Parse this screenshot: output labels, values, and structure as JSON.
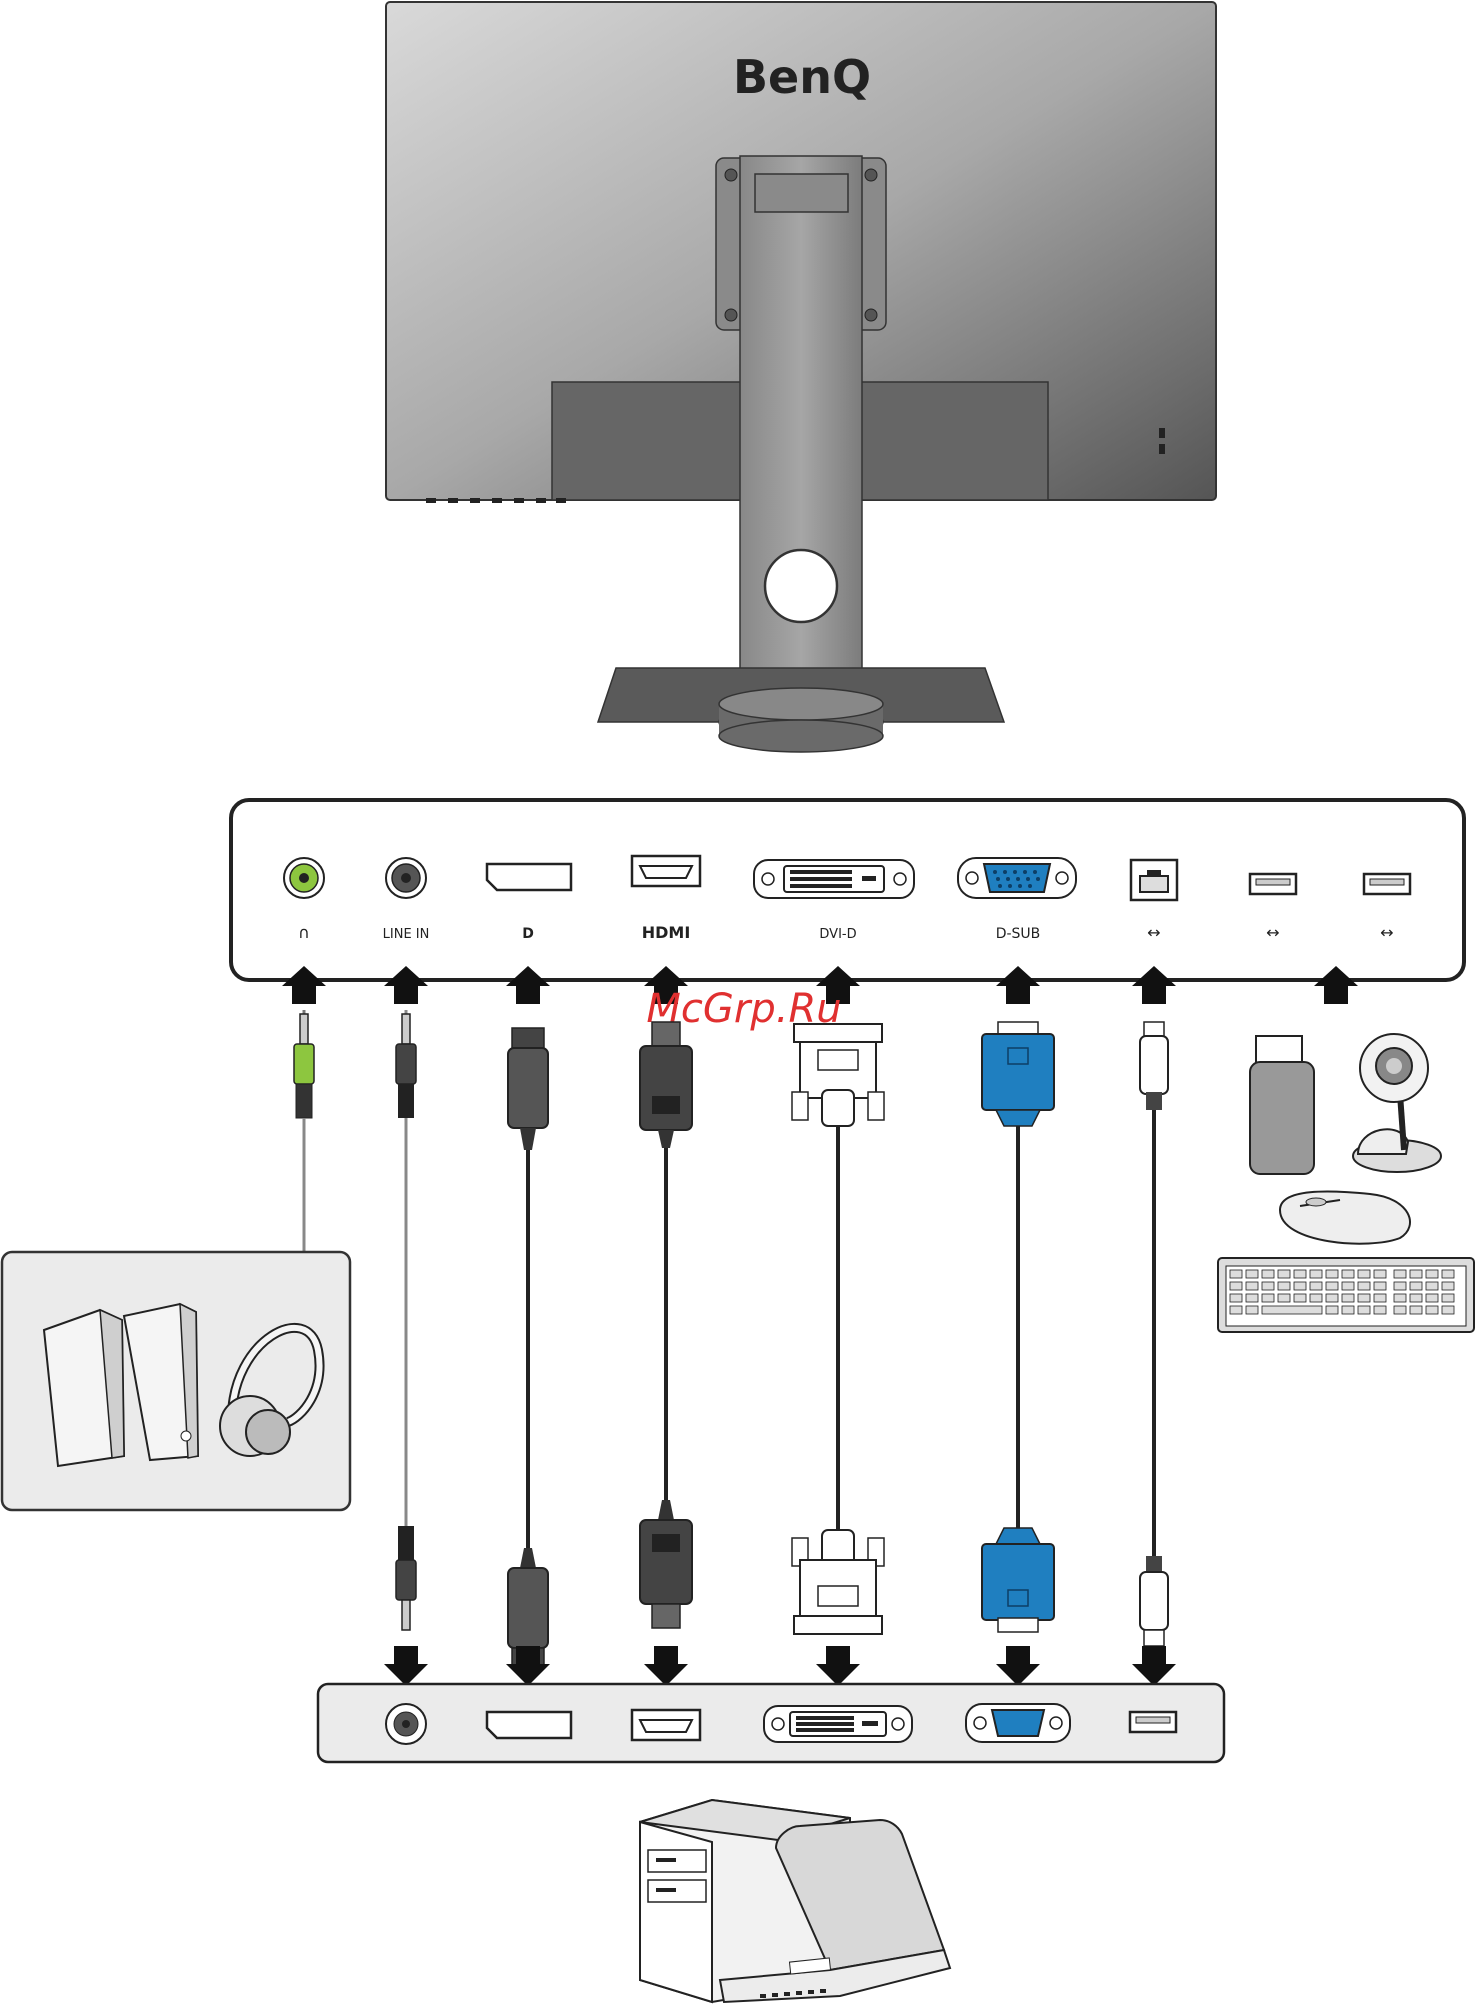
{
  "brand": "BenQ",
  "watermark": "McGrp.Ru",
  "ports": {
    "headphone": "∩",
    "line_in": "LINE IN",
    "displayport": "D",
    "hdmi": "HDMI",
    "dvi": "DVI-D",
    "dsub": "D-SUB",
    "usb_up": "↔",
    "usb1": "↔",
    "usb2": "↔"
  },
  "colors": {
    "monitor_dark": "#5a5a5a",
    "monitor_light": "#d8d8d8",
    "panel_fill": "#ffffff",
    "pc_panel_fill": "#ebebeb",
    "vga_blue": "#1f7fc0",
    "audio_green": "#8dc63f",
    "outline": "#222222"
  }
}
